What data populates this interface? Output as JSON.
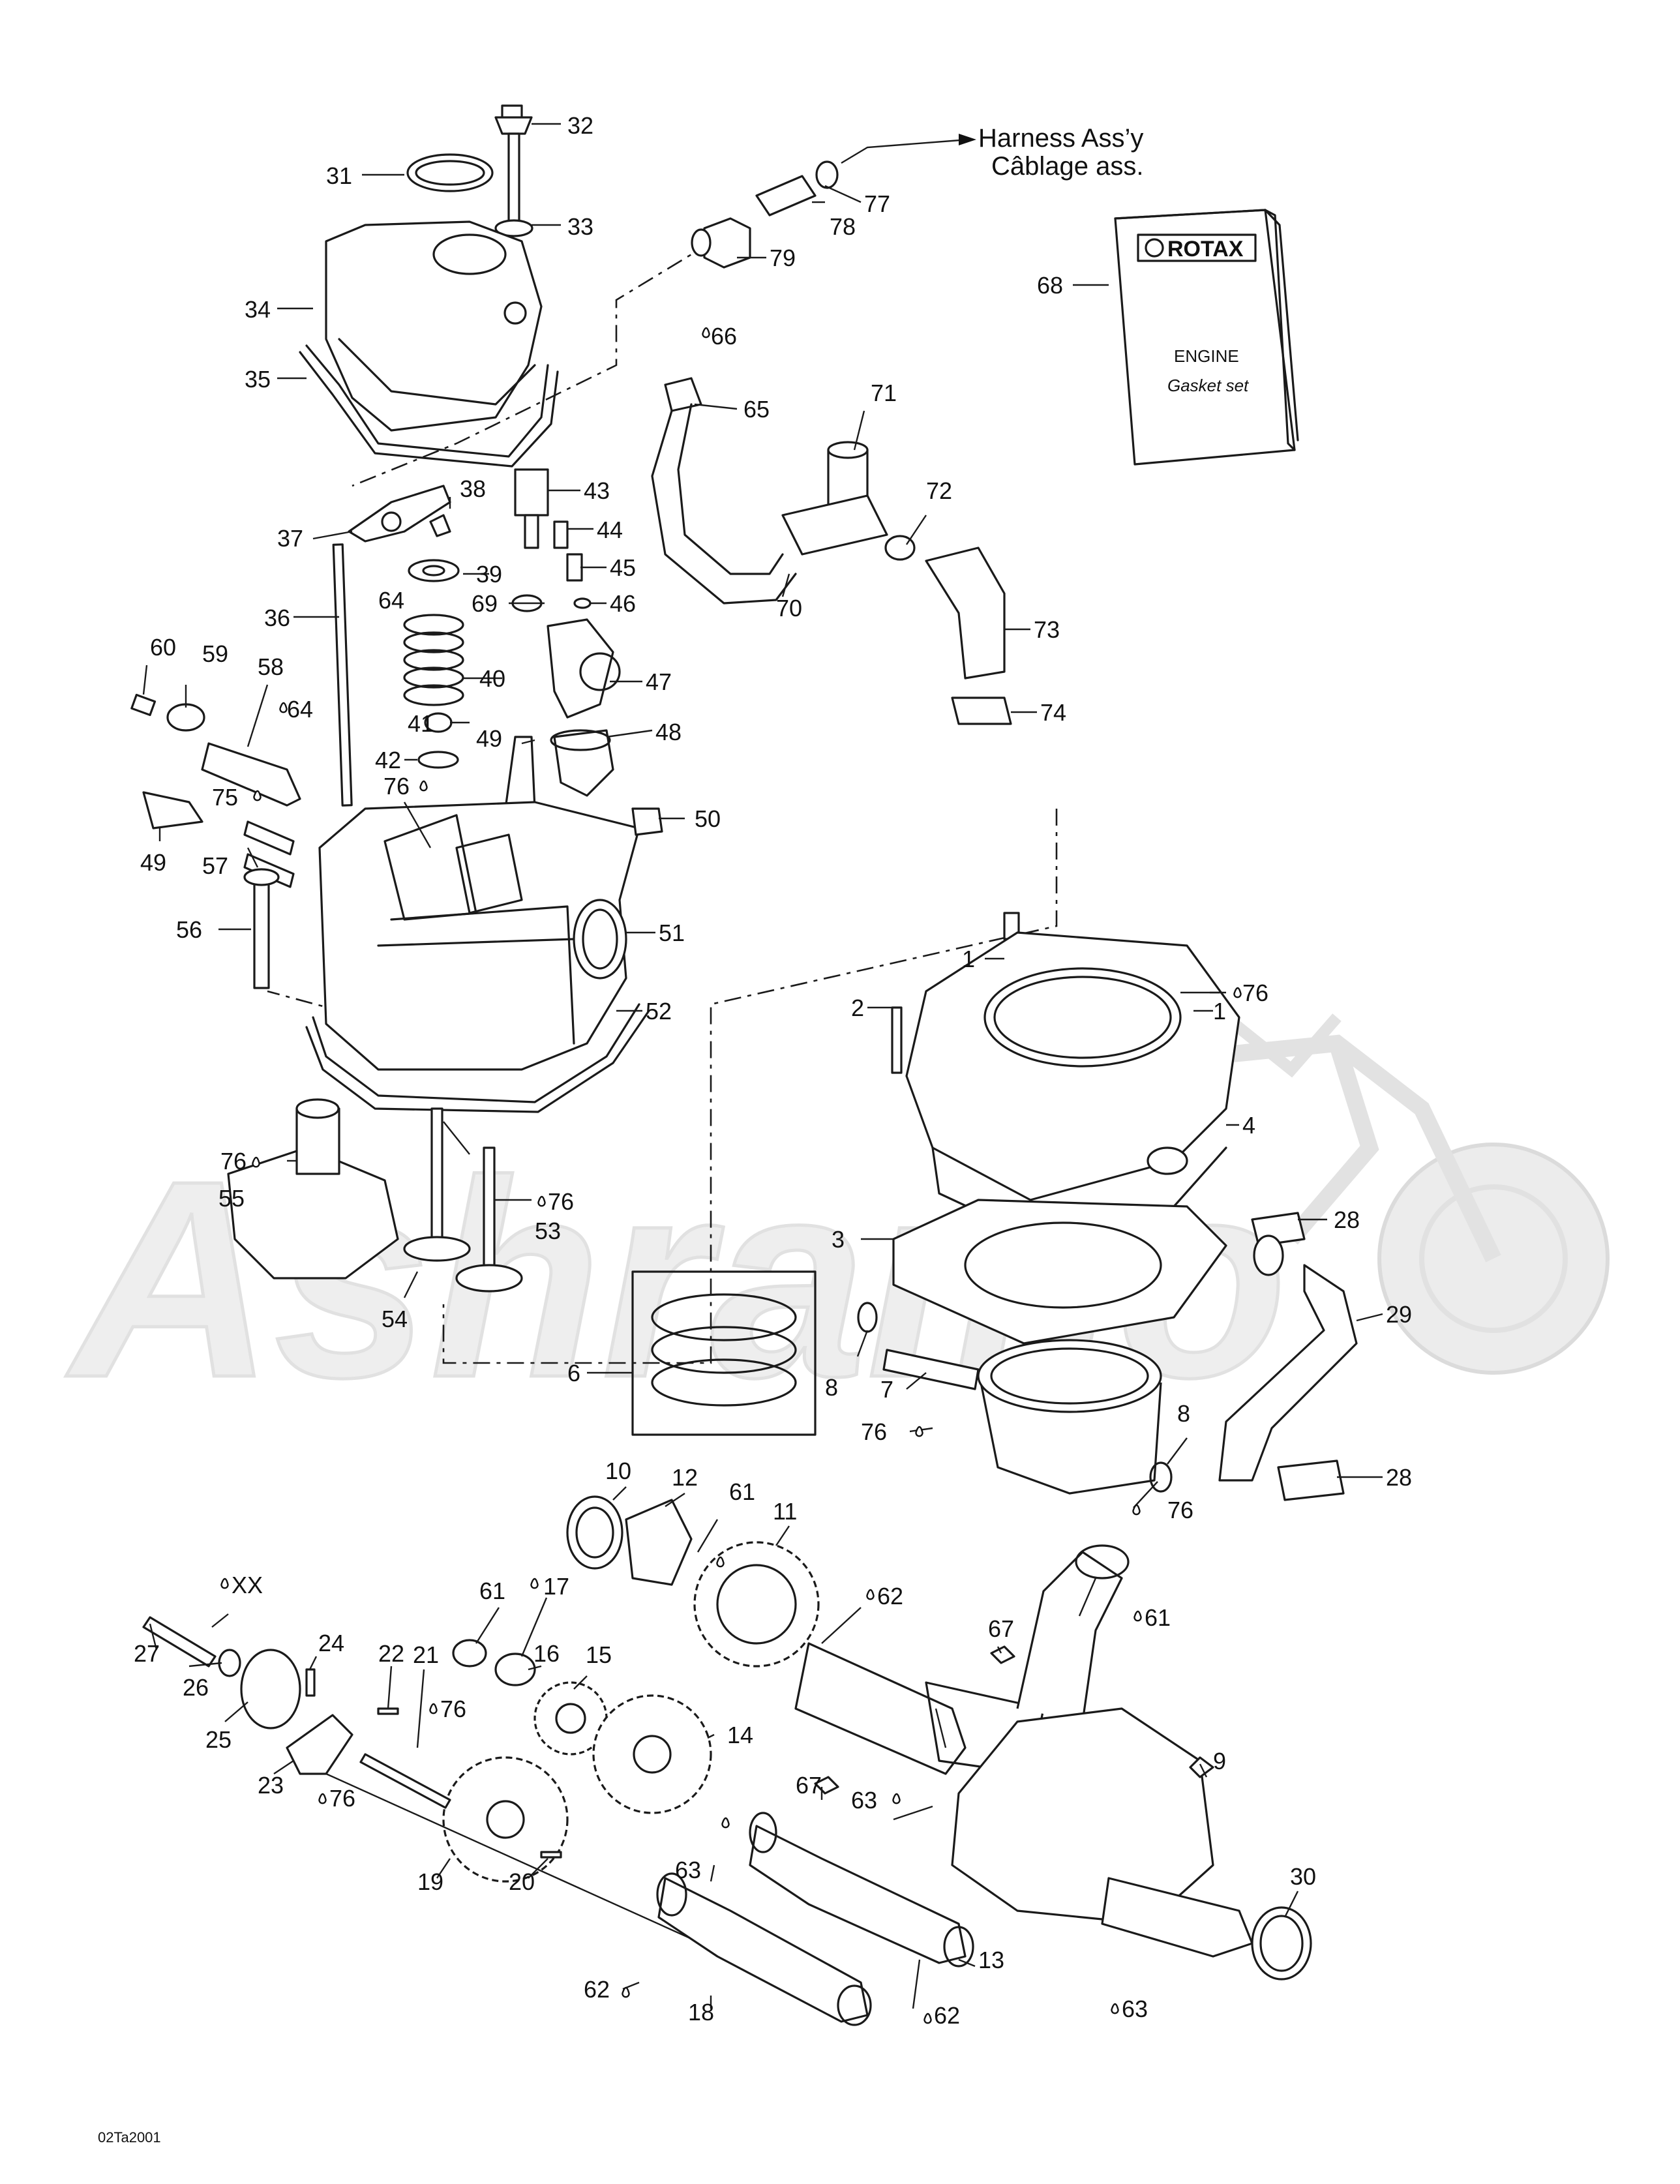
{
  "harness": {
    "line1": "Harness Ass’y",
    "line2": "Câblage ass."
  },
  "manual": {
    "brand": "ROTAX",
    "title": "ENGINE",
    "subtitle": "Gasket set"
  },
  "watermark": "Ashramo",
  "image_id": "02Ta2001",
  "callouts": [
    "32",
    "31",
    "33",
    "34",
    "35",
    "79",
    "77",
    "78",
    "66",
    "65",
    "68",
    "71",
    "72",
    "70",
    "73",
    "74",
    "43",
    "44",
    "45",
    "46",
    "38",
    "37",
    "39",
    "64",
    "69",
    "36",
    "47",
    "40",
    "60",
    "59",
    "58",
    "64",
    "41",
    "49",
    "48",
    "42",
    "76",
    "75",
    "50",
    "49",
    "57",
    "56",
    "51",
    "1",
    "52",
    "76",
    "2",
    "1",
    "4",
    "76",
    "55",
    "76",
    "53",
    "28",
    "3",
    "54",
    "6",
    "29",
    "8",
    "7",
    "76",
    "8",
    "28",
    "10",
    "12",
    "61",
    "11",
    "76",
    "61",
    "17",
    "61",
    "62",
    "XX",
    "27",
    "26",
    "24",
    "16",
    "67",
    "25",
    "22",
    "21",
    "76",
    "15",
    "14",
    "23",
    "76",
    "67",
    "63",
    "9",
    "30",
    "19",
    "20",
    "63",
    "13",
    "62",
    "18",
    "62",
    "63"
  ],
  "icons": [
    "oil-drop-icon",
    "rotax-logo-icon"
  ]
}
